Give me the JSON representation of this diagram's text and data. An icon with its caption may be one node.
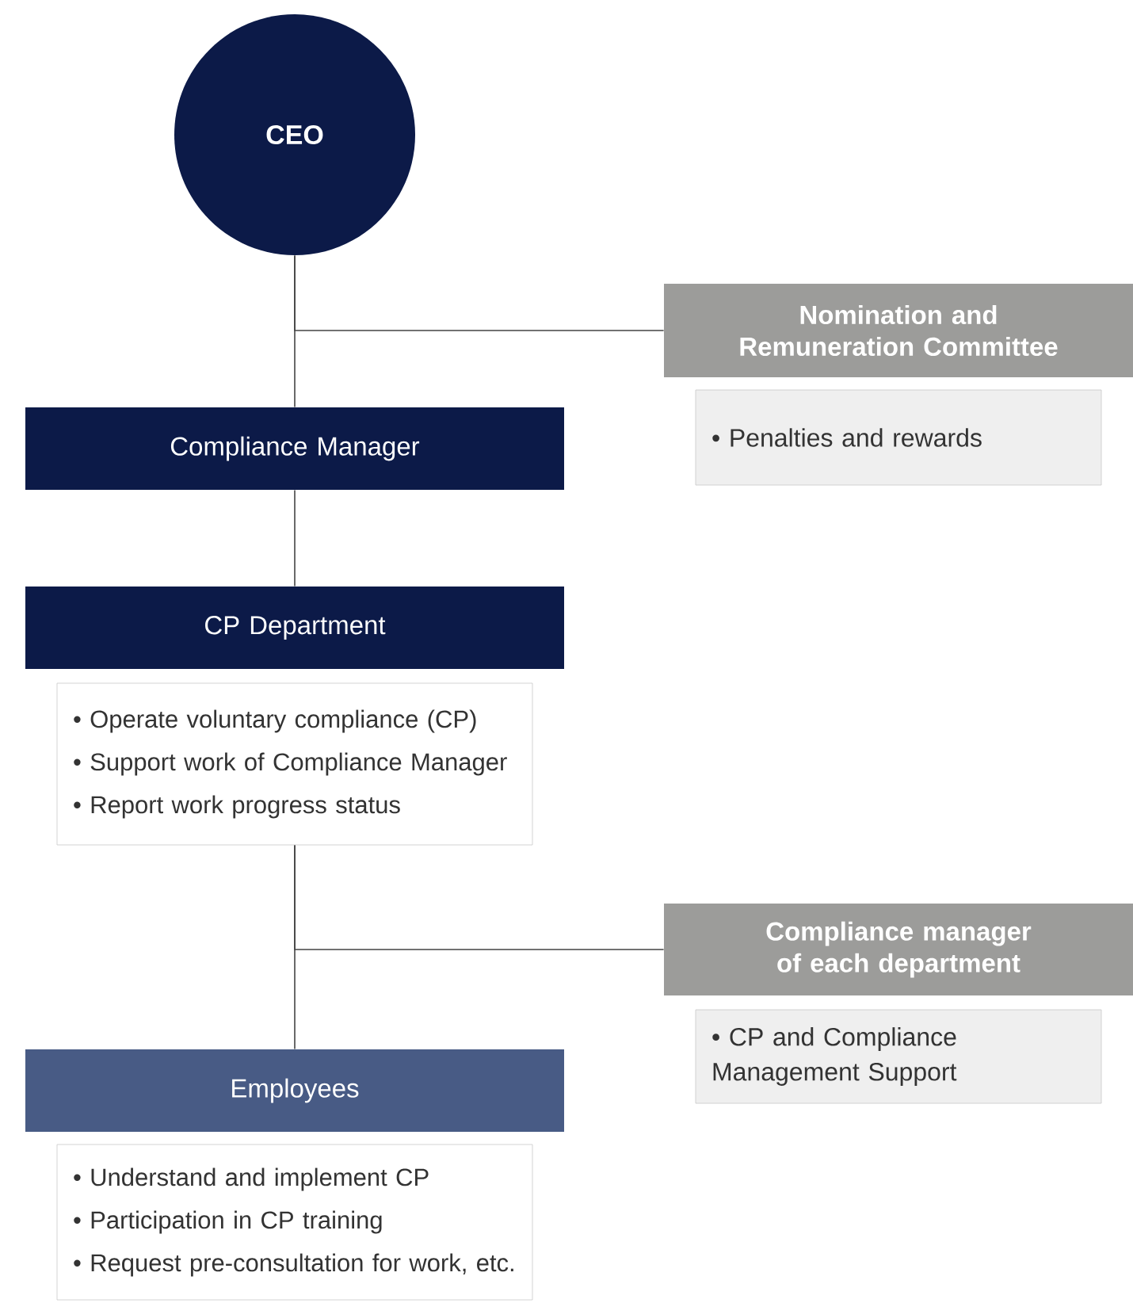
{
  "diagram": {
    "nodes": [
      {
        "text": [
          "CEO"
        ]
      },
      {
        "text": [
          "Nomination and Remuneration Committee"
        ]
      },
      {
        "text": [
          "• Penalties and rewards"
        ]
      },
      {
        "text": [
          "Compliance Manager"
        ]
      },
      {
        "text": [
          "CP Department"
        ]
      },
      {
        "text": [
          "• Operate voluntary compliance (CP)",
          "• Support work of Compliance Manager",
          "• Report work progress status"
        ]
      },
      {
        "text": [
          "Compliance manager of each department"
        ]
      },
      {
        "text": [
          "• CP and Compliance Management Support"
        ]
      },
      {
        "text": [
          "Employees"
        ]
      },
      {
        "text": [
          "• Understand and implement CP",
          "• Participation in  CP training",
          "• Request pre-consultation for work, etc."
        ]
      }
    ],
    "edges": [
      {
        "from": 0,
        "to": 3,
        "arrow": "none"
      },
      {
        "from": 0,
        "to": 1,
        "arrow": "none"
      },
      {
        "from": 3,
        "to": 4,
        "arrow": "none"
      },
      {
        "from": 5,
        "to": 8,
        "arrow": "none"
      },
      {
        "from": 5,
        "to": 6,
        "arrow": "none"
      }
    ]
  }
}
